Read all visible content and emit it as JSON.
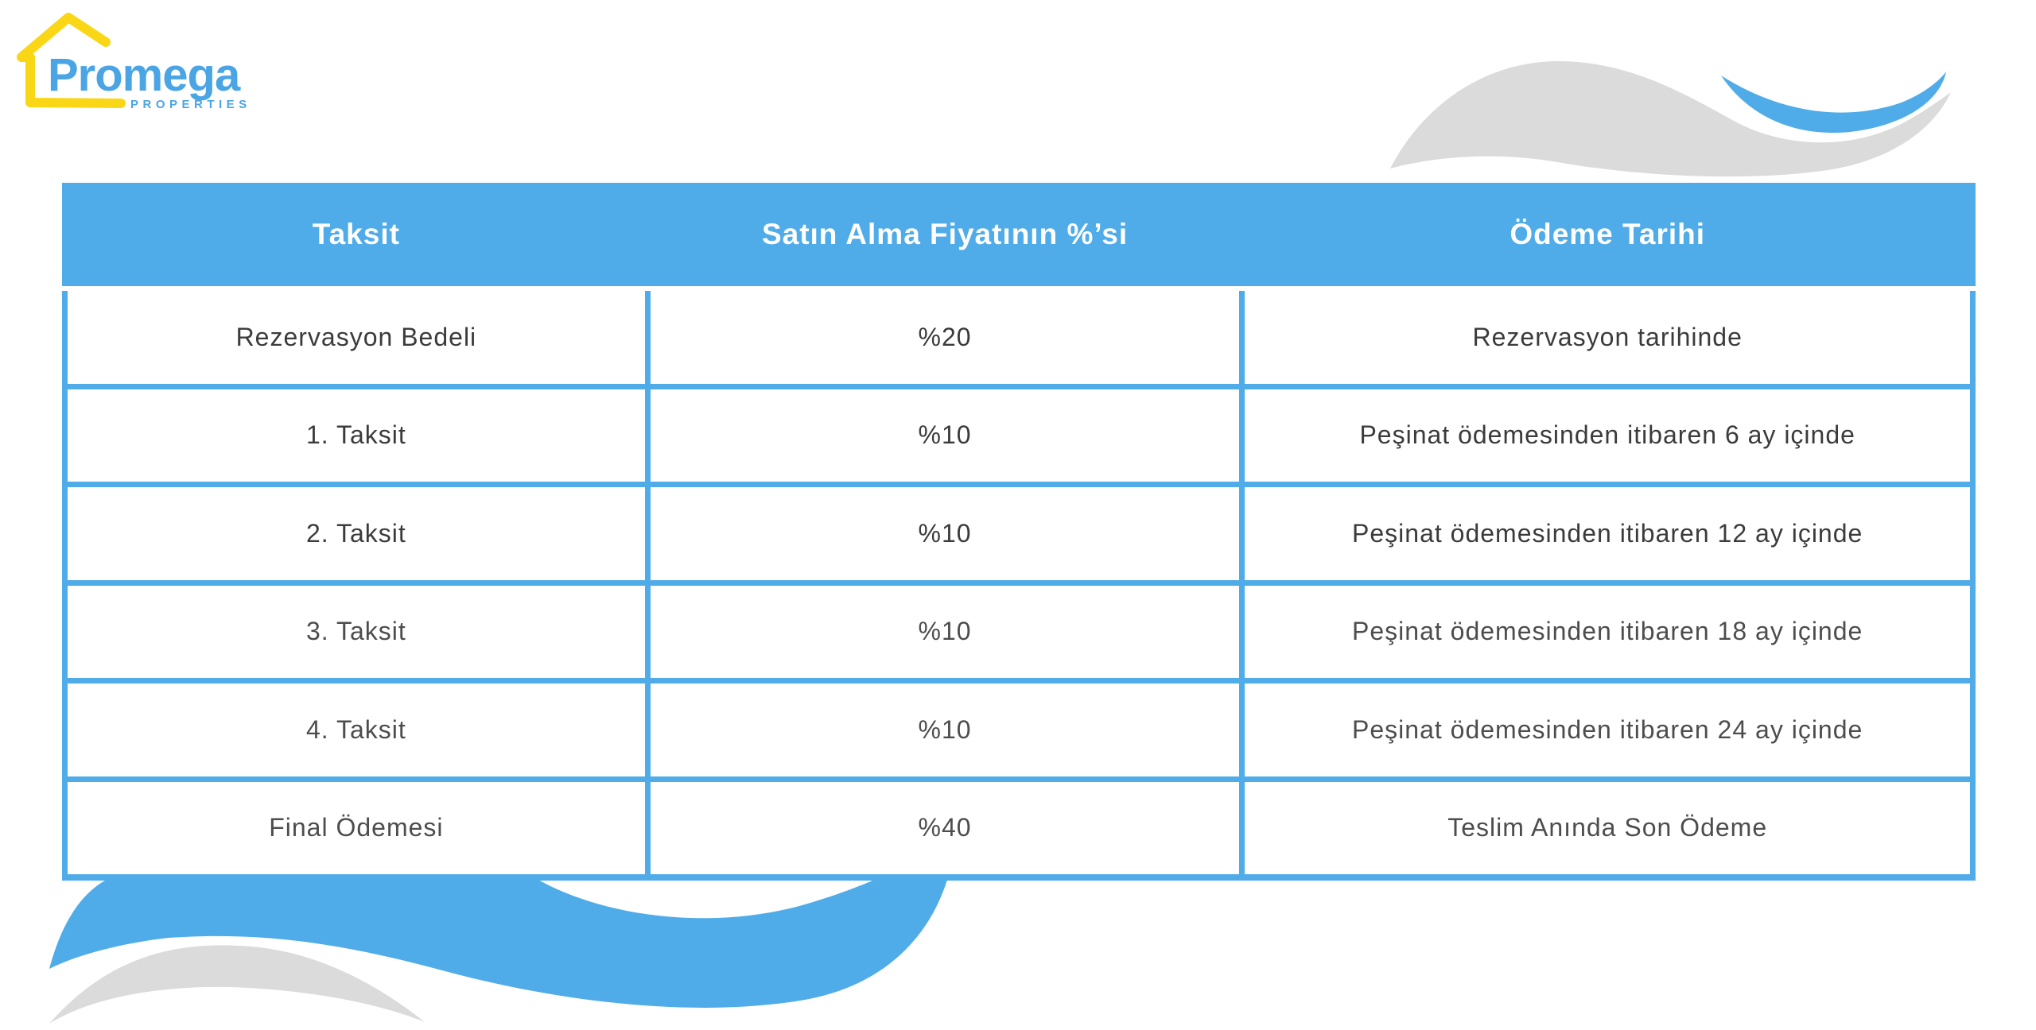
{
  "logo": {
    "brand": "Promega",
    "tagline": "PROPERTIES",
    "house_color_yellow": "#F9D616",
    "brand_color_blue": "#4BA5E5"
  },
  "decorations": {
    "wave_blue": "#4FACE9",
    "wave_gray": "#DBDBDB",
    "top_right": "gray-swoosh-with-blue-crescent",
    "bottom_left": "blue-wave-with-gray-crescent"
  },
  "table": {
    "border_color": "#4FACE9",
    "header": {
      "bg": "#4FACE9",
      "text_color": "#FFFFFF",
      "columns": [
        "Taksit",
        "Satın Alma Fiyatının %’si",
        "Ödeme Tarihi"
      ]
    },
    "rows": [
      [
        "Rezervasyon Bedeli",
        "%20",
        "Rezervasyon tarihinde"
      ],
      [
        "1. Taksit",
        "%10",
        "Peşinat ödemesinden itibaren 6 ay içinde"
      ],
      [
        "2. Taksit",
        "%10",
        "Peşinat ödemesinden itibaren 12 ay içinde"
      ],
      [
        "3. Taksit",
        "%10",
        "Peşinat ödemesinden itibaren 18 ay içinde"
      ],
      [
        "4. Taksit",
        "%10",
        "Peşinat ödemesinden itibaren 24 ay içinde"
      ],
      [
        "Final Ödemesi",
        "%40",
        "Teslim Anında Son Ödeme"
      ]
    ]
  }
}
